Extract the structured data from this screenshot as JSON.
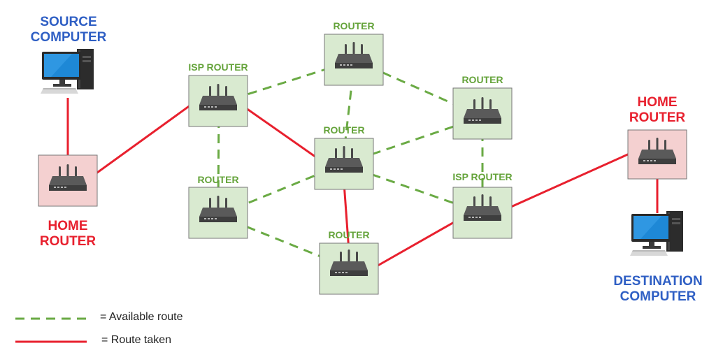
{
  "source_label": [
    "SOURCE",
    "COMPUTER"
  ],
  "destination_label": [
    "DESTINATION",
    "COMPUTER"
  ],
  "home_router_label": [
    "HOME",
    "ROUTER"
  ],
  "router_label": "ROUTER",
  "isp_router_label": "ISP ROUTER",
  "legend": {
    "available": "= Available route",
    "taken": "= Route taken"
  },
  "colors": {
    "available": "#6aaa44",
    "taken": "#e8202e",
    "router_box": "#d9ead0",
    "home_box": "#f4d0d0",
    "box_border": "#777777",
    "blue_text": "#2f5fc4",
    "red_text": "#e8202e",
    "green_text": "#64a33a"
  },
  "icons": {
    "router": "wireless-router-icon",
    "computer": "desktop-computer-icon"
  }
}
